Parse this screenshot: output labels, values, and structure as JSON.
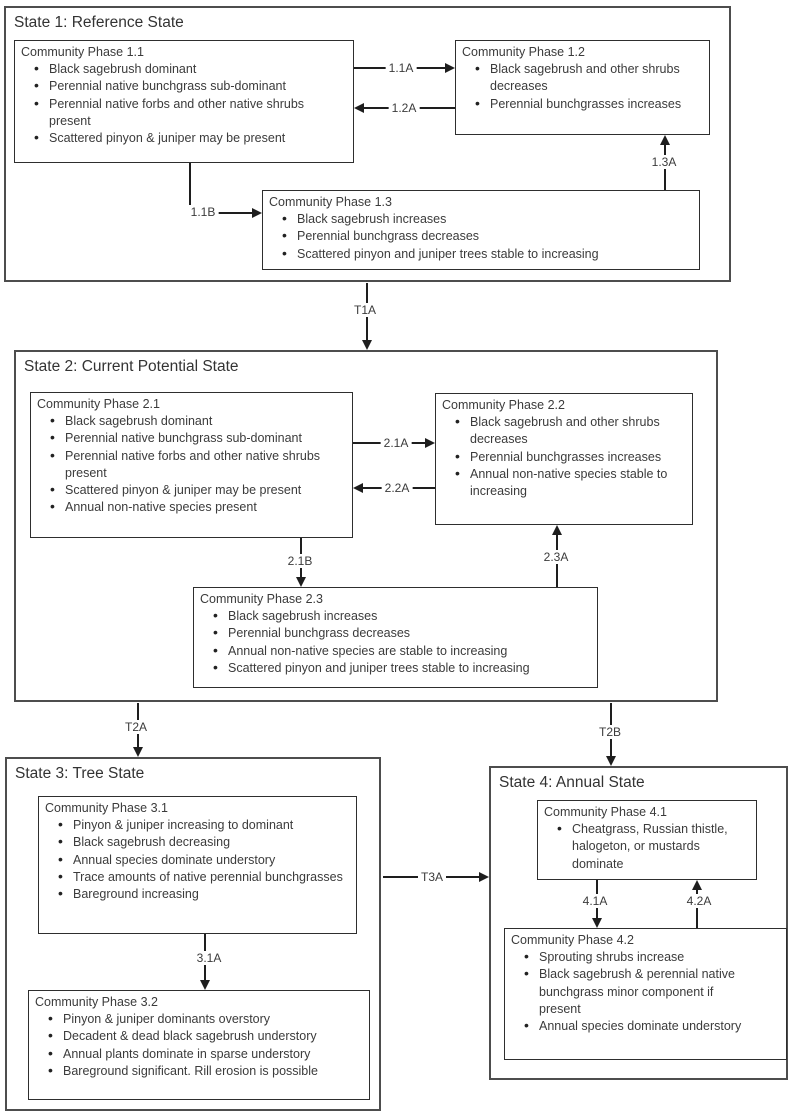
{
  "states": [
    {
      "title": "State 1: Reference State",
      "phases": [
        {
          "title": "Community Phase 1.1",
          "bullets": [
            "Black sagebrush dominant",
            "Perennial native bunchgrass sub-dominant",
            "Perennial native forbs and other native shrubs present",
            "Scattered pinyon & juniper may be present"
          ]
        },
        {
          "title": "Community Phase 1.2",
          "bullets": [
            "Black sagebrush and other shrubs decreases",
            "Perennial bunchgrasses increases"
          ]
        },
        {
          "title": "Community Phase 1.3",
          "bullets": [
            "Black sagebrush increases",
            "Perennial bunchgrass decreases",
            "Scattered pinyon and juniper trees stable to increasing"
          ]
        }
      ]
    },
    {
      "title": "State 2: Current Potential State",
      "phases": [
        {
          "title": "Community Phase 2.1",
          "bullets": [
            "Black sagebrush dominant",
            "Perennial native bunchgrass sub-dominant",
            "Perennial native forbs and other native shrubs present",
            "Scattered pinyon & juniper may be present",
            "Annual non-native species present"
          ]
        },
        {
          "title": "Community Phase 2.2",
          "bullets": [
            "Black sagebrush and other shrubs decreases",
            "Perennial bunchgrasses increases",
            "Annual non-native species stable to increasing"
          ]
        },
        {
          "title": "Community Phase 2.3",
          "bullets": [
            "Black sagebrush increases",
            "Perennial bunchgrass decreases",
            "Annual non-native species are stable to increasing",
            "Scattered pinyon and juniper trees stable to increasing"
          ]
        }
      ]
    },
    {
      "title": "State 3: Tree State",
      "phases": [
        {
          "title": "Community Phase 3.1",
          "bullets": [
            "Pinyon & juniper increasing to dominant",
            "Black sagebrush decreasing",
            "Annual species dominate understory",
            "Trace amounts of native perennial bunchgrasses",
            "Bareground increasing"
          ]
        },
        {
          "title": "Community Phase 3.2",
          "bullets": [
            "Pinyon & juniper dominants overstory",
            "Decadent & dead black sagebrush understory",
            "Annual plants dominate in sparse understory",
            "Bareground significant. Rill erosion is possible"
          ]
        }
      ]
    },
    {
      "title": "State 4: Annual State",
      "phases": [
        {
          "title": "Community Phase 4.1",
          "bullets": [
            "Cheatgrass, Russian thistle, halogeton, or mustards dominate"
          ]
        },
        {
          "title": "Community Phase 4.2",
          "bullets": [
            "Sprouting shrubs increase",
            "Black sagebrush & perennial native bunchgrass minor component if present",
            "Annual species dominate understory"
          ]
        }
      ]
    }
  ],
  "arrows": {
    "a_1_1A": "1.1A",
    "a_1_2A": "1.2A",
    "a_1_1B": "1.1B",
    "a_1_3A": "1.3A",
    "t_1A": "T1A",
    "a_2_1A": "2.1A",
    "a_2_2A": "2.2A",
    "a_2_1B": "2.1B",
    "a_2_3A": "2.3A",
    "t_2A": "T2A",
    "t_2B": "T2B",
    "t_3A": "T3A",
    "a_3_1A": "3.1A",
    "a_4_1A": "4.1A",
    "a_4_2A": "4.2A"
  },
  "colors": {
    "line": "#1e1e1e",
    "state_border": "#4d4d4d",
    "phase_border": "#2e2e2e",
    "text": "#3b3b3b",
    "background": "#ffffff"
  }
}
